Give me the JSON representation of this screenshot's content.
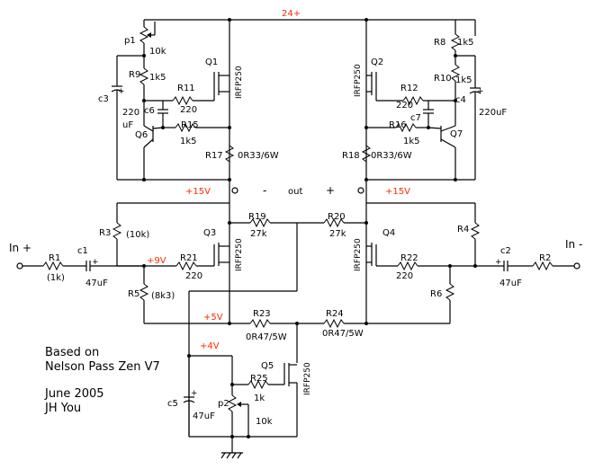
{
  "rails": {
    "v24": "24+",
    "v15_left": "+15V",
    "v15_right": "+15V",
    "v9": "+9V",
    "v5": "+5V",
    "v4": "+4V"
  },
  "output": {
    "minus": "-",
    "out": "out",
    "plus": "+"
  },
  "inputs": {
    "left": "In +",
    "right": "In -"
  },
  "components": {
    "p1": "p1",
    "p1_val": "10k",
    "r9": "R9",
    "r9_val": "1k5",
    "r11": "R11",
    "r11_val": "220",
    "c3": "c3",
    "c3_val": "220\nuF",
    "c6": "c6",
    "q1": "Q1",
    "q1_type": "IRFP250",
    "q6": "Q6",
    "r15": "R15",
    "r15_val": "1k5",
    "r17": "R17",
    "r17_val": "0R33/6W",
    "r8": "R8",
    "r8_val": "1k5",
    "r10": "R10",
    "r10_val": "1k5",
    "c4": "c4",
    "c4_val": "220uF",
    "q2": "Q2",
    "q2_type": "IRFP250",
    "r12": "R12",
    "r12_val": "220",
    "c7": "c7",
    "r16": "R16",
    "r16_val": "1k5",
    "q7": "Q7",
    "r18": "R18",
    "r18_val": "0R33/6W",
    "r3": "R3",
    "r3_val": "(10k)",
    "q3": "Q3",
    "q3_type": "IRFP250",
    "r19": "R19",
    "r19_val": "27k",
    "r20": "R20",
    "r20_val": "27k",
    "q4": "Q4",
    "q4_type": "IRFP250",
    "r4": "R4",
    "r1": "R1",
    "r1_val": "(1k)",
    "c1": "c1",
    "c1_val": "47uF",
    "r21": "R21",
    "r21_val": "220",
    "r22": "R22",
    "r22_val": "220",
    "c2": "c2",
    "c2_val": "47uF",
    "r2": "R2",
    "r5": "R5",
    "r5_val": "(8k3)",
    "r6": "R6",
    "r23": "R23",
    "r23_val": "0R47/5W",
    "r24": "R24",
    "r24_val": "0R47/5W",
    "q5": "Q5",
    "q5_type": "IRFP250",
    "r25": "R25",
    "r25_val": "1k",
    "c5": "c5",
    "c5_val": "47uF",
    "p2": "p2",
    "p2_val": "10k"
  },
  "notes": {
    "line1": "Based on",
    "line2": "Nelson Pass Zen V7",
    "line3": "June 2005",
    "line4": "JH You"
  },
  "colors": {
    "rail_label": "#ff2a00",
    "wire": "#000000"
  }
}
